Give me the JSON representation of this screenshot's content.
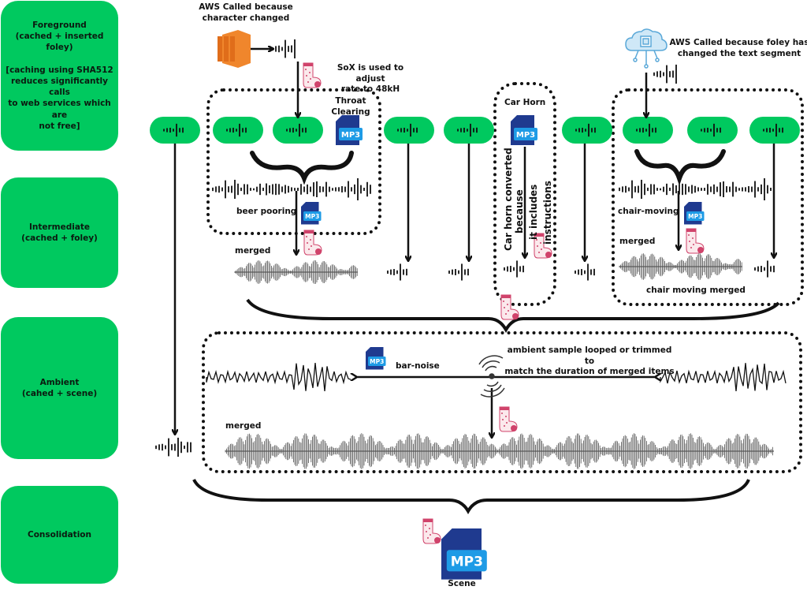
{
  "lanes": [
    {
      "id": "foreground",
      "title": "Foreground\n(cached + inserted foley)\n\n[caching using SHA512\nreduces significantly calls\nto web services which are\nnot free]"
    },
    {
      "id": "intermediate",
      "title": "Intermediate\n(cached + foley)"
    },
    {
      "id": "ambient",
      "title": "Ambient\n(cahed + scene)"
    },
    {
      "id": "consolidation",
      "title": "Consolidation"
    }
  ],
  "annotations": {
    "aws_character": "AWS Called because\ncharacter changed",
    "sox_note": "SoX is used to adjust\nrate to 48kH",
    "aws_foley": "AWS Called because foley has\nchanged the text segment",
    "throat_clearing": "Throat\nClearing",
    "beer_pooring": "beer pooring",
    "merged": "merged",
    "car_horn": "Car Horn",
    "car_horn_converted_1": "Car horn converted",
    "car_horn_converted_2": "because",
    "car_horn_converted_3": "it includes",
    "car_horn_converted_4": "instructions",
    "chair_moving": "chair-moving",
    "chair_moving_merged": "chair moving merged",
    "bar_noise": "bar-noise",
    "ambient_loop": "ambient sample looped or trimmed to\nmatch the duration of merged items",
    "scene": "Scene"
  },
  "icons": {
    "mp3_label": "MP3"
  },
  "colors": {
    "lane_green": "#00c95f",
    "aws_orange": "#f0862c",
    "mp3_dark": "#1f3a8f",
    "mp3_light": "#1e9be6",
    "sox_pink": "#d0436b"
  }
}
